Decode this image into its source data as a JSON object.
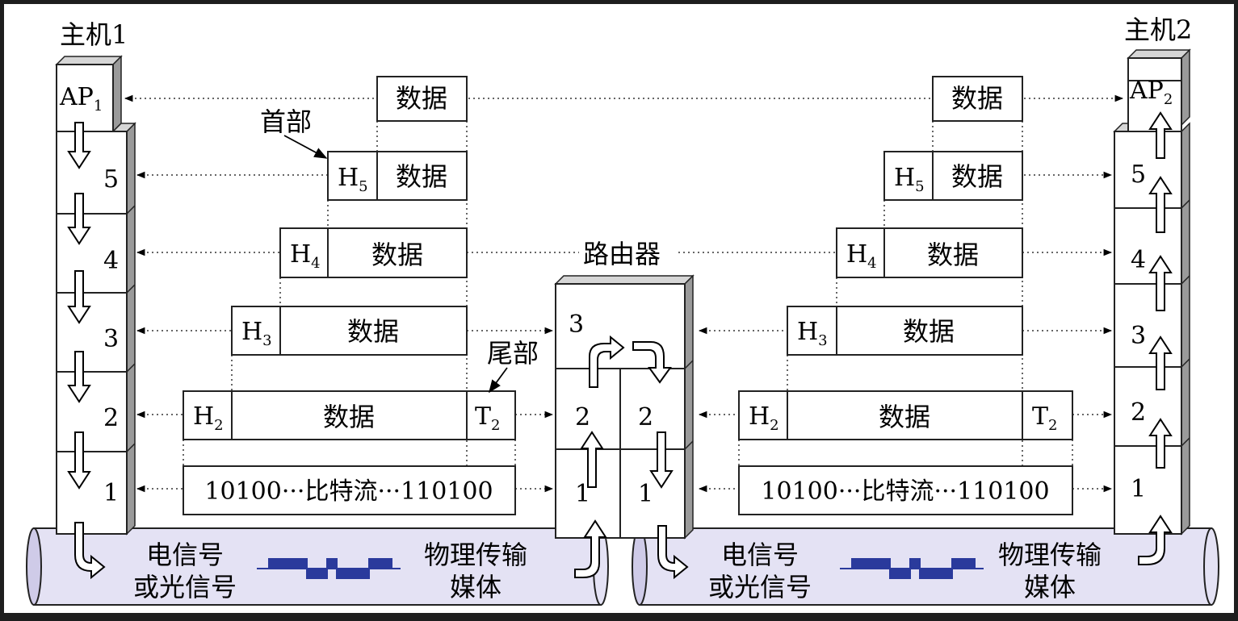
{
  "host1": {
    "title": "主机1",
    "ap": "AP",
    "ap_sub": "1"
  },
  "host2": {
    "title": "主机2",
    "ap": "AP",
    "ap_sub": "2"
  },
  "router": {
    "title": "路由器",
    "layer3": "3",
    "left2": "2",
    "right2": "2",
    "left1": "1",
    "right1": "1"
  },
  "layers": {
    "l5": "5",
    "l4": "4",
    "l3": "3",
    "l2": "2",
    "l1": "1"
  },
  "labels": {
    "header": "首部",
    "trailer": "尾部"
  },
  "packets": {
    "data": "数据",
    "h": "H",
    "t": "T",
    "sub5": "5",
    "sub4": "4",
    "sub3": "3",
    "sub2": "2",
    "bitstream": "10100···比特流···110100"
  },
  "medium": {
    "signal_line1": "电信号",
    "signal_line2": "或光信号",
    "media_line1": "物理传输",
    "media_line2": "媒体"
  },
  "colors": {
    "frame_border": "#1e1e1e",
    "background": "#ffffff",
    "pipe_fill": "#e4e2f4",
    "pipe_stroke": "#222222",
    "signal": "#2a3a9c",
    "stack_side": "#9a9a9a",
    "stack_top": "#d6d6d6"
  }
}
